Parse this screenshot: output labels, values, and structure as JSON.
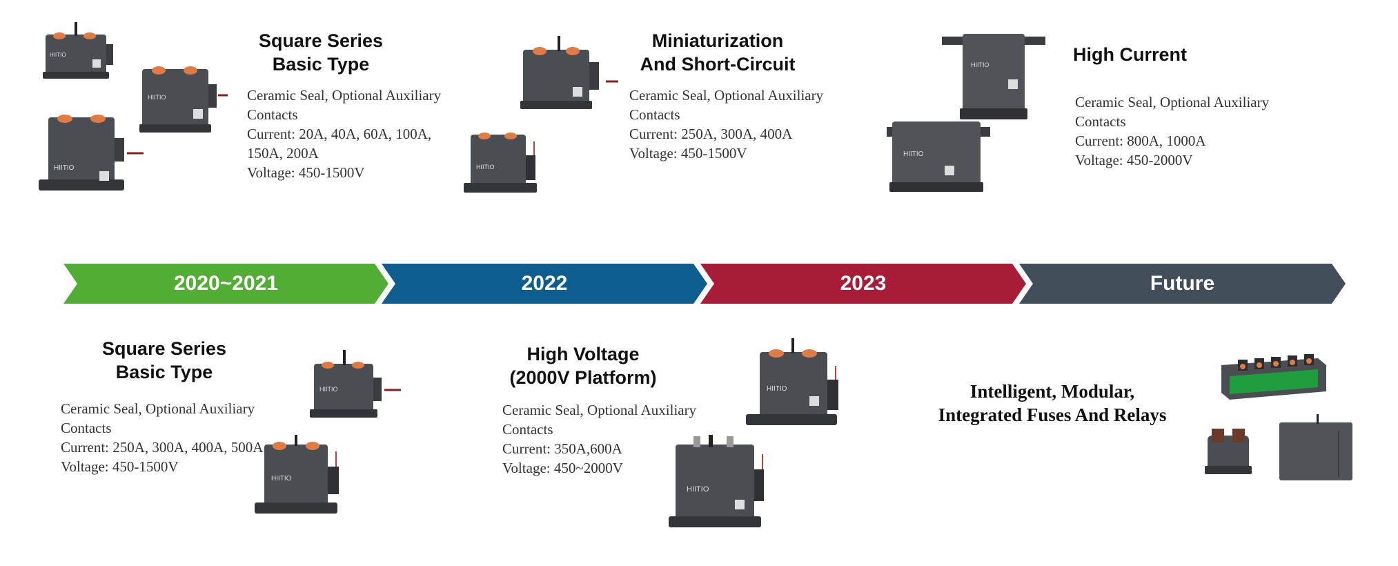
{
  "timeline": {
    "stages": [
      {
        "label": "2020~2021",
        "color": "#52ad35"
      },
      {
        "label": "2022",
        "color": "#0e5d8f"
      },
      {
        "label": "2023",
        "color": "#a91c37"
      },
      {
        "label": "Future",
        "color": "#414d58"
      }
    ]
  },
  "products": {
    "p1": {
      "title": [
        "Square Series",
        "Basic Type"
      ],
      "desc": [
        "Ceramic Seal, Optional Auxiliary",
        "Contacts",
        "Current: 20A, 40A, 60A, 100A,",
        "150A, 200A",
        "Voltage: 450-1500V"
      ]
    },
    "p2": {
      "title": [
        "Miniaturization",
        "And Short-Circuit"
      ],
      "desc": [
        "Ceramic Seal, Optional Auxiliary",
        "Contacts",
        "Current: 250A, 300A, 400A",
        "Voltage: 450-1500V"
      ]
    },
    "p3": {
      "title": [
        "High Current"
      ],
      "desc": [
        "Ceramic Seal, Optional Auxiliary",
        "Contacts",
        "Current: 800A, 1000A",
        "Voltage: 450-2000V"
      ]
    },
    "p4": {
      "title": [
        "Square Series",
        "Basic Type"
      ],
      "desc": [
        "Ceramic Seal, Optional Auxiliary",
        "Contacts",
        "Current: 250A, 300A, 400A, 500A",
        "Voltage: 450-1500V"
      ]
    },
    "p5": {
      "title": [
        "High Voltage",
        "(2000V Platform)"
      ],
      "desc": [
        "Ceramic Seal, Optional Auxiliary",
        "Contacts",
        "Current: 350A,600A",
        "Voltage: 450~2000V"
      ]
    },
    "p6": {
      "title": [
        "Intelligent, Modular,",
        "Integrated Fuses And Relays"
      ]
    }
  },
  "relay_brand": "HIITIO"
}
